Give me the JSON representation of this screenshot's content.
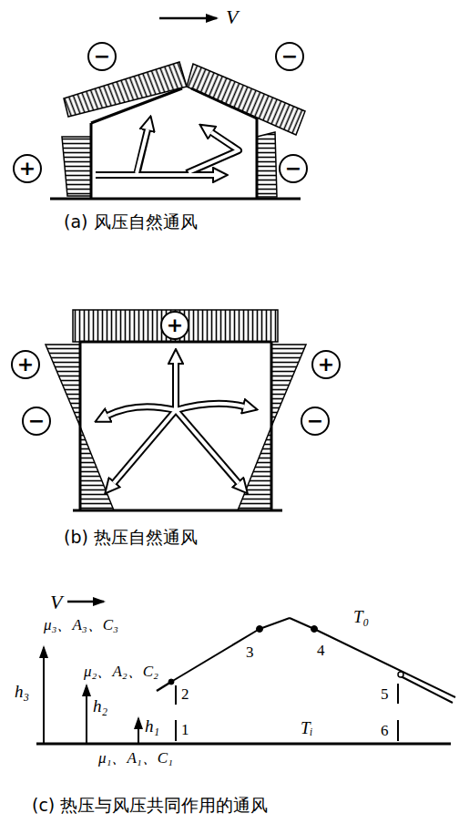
{
  "diagram": {
    "nodes": [
      {
        "text": [
          "−"
        ]
      },
      {
        "text": [
          "−"
        ]
      },
      {
        "text": [
          "+"
        ]
      },
      {
        "text": [
          "−"
        ]
      },
      {
        "text": [
          "+"
        ]
      },
      {
        "text": [
          "+"
        ]
      },
      {
        "text": [
          "+"
        ]
      },
      {
        "text": [
          "−"
        ]
      },
      {
        "text": [
          "−"
        ]
      }
    ],
    "labels": [
      "V",
      "(a) 风压自然通风",
      "(b) 热压自然通风",
      "V",
      "μ₃、A₃、C₃",
      "T₀",
      "h₃",
      "μ₂、A₂、C₂",
      "3",
      "4",
      "h₂",
      "2",
      "5",
      "h₁",
      "1",
      "Tᵢ",
      "6",
      "μ₁、A₁、C₁",
      "(c) 热压与风压共同作用的通风"
    ]
  }
}
